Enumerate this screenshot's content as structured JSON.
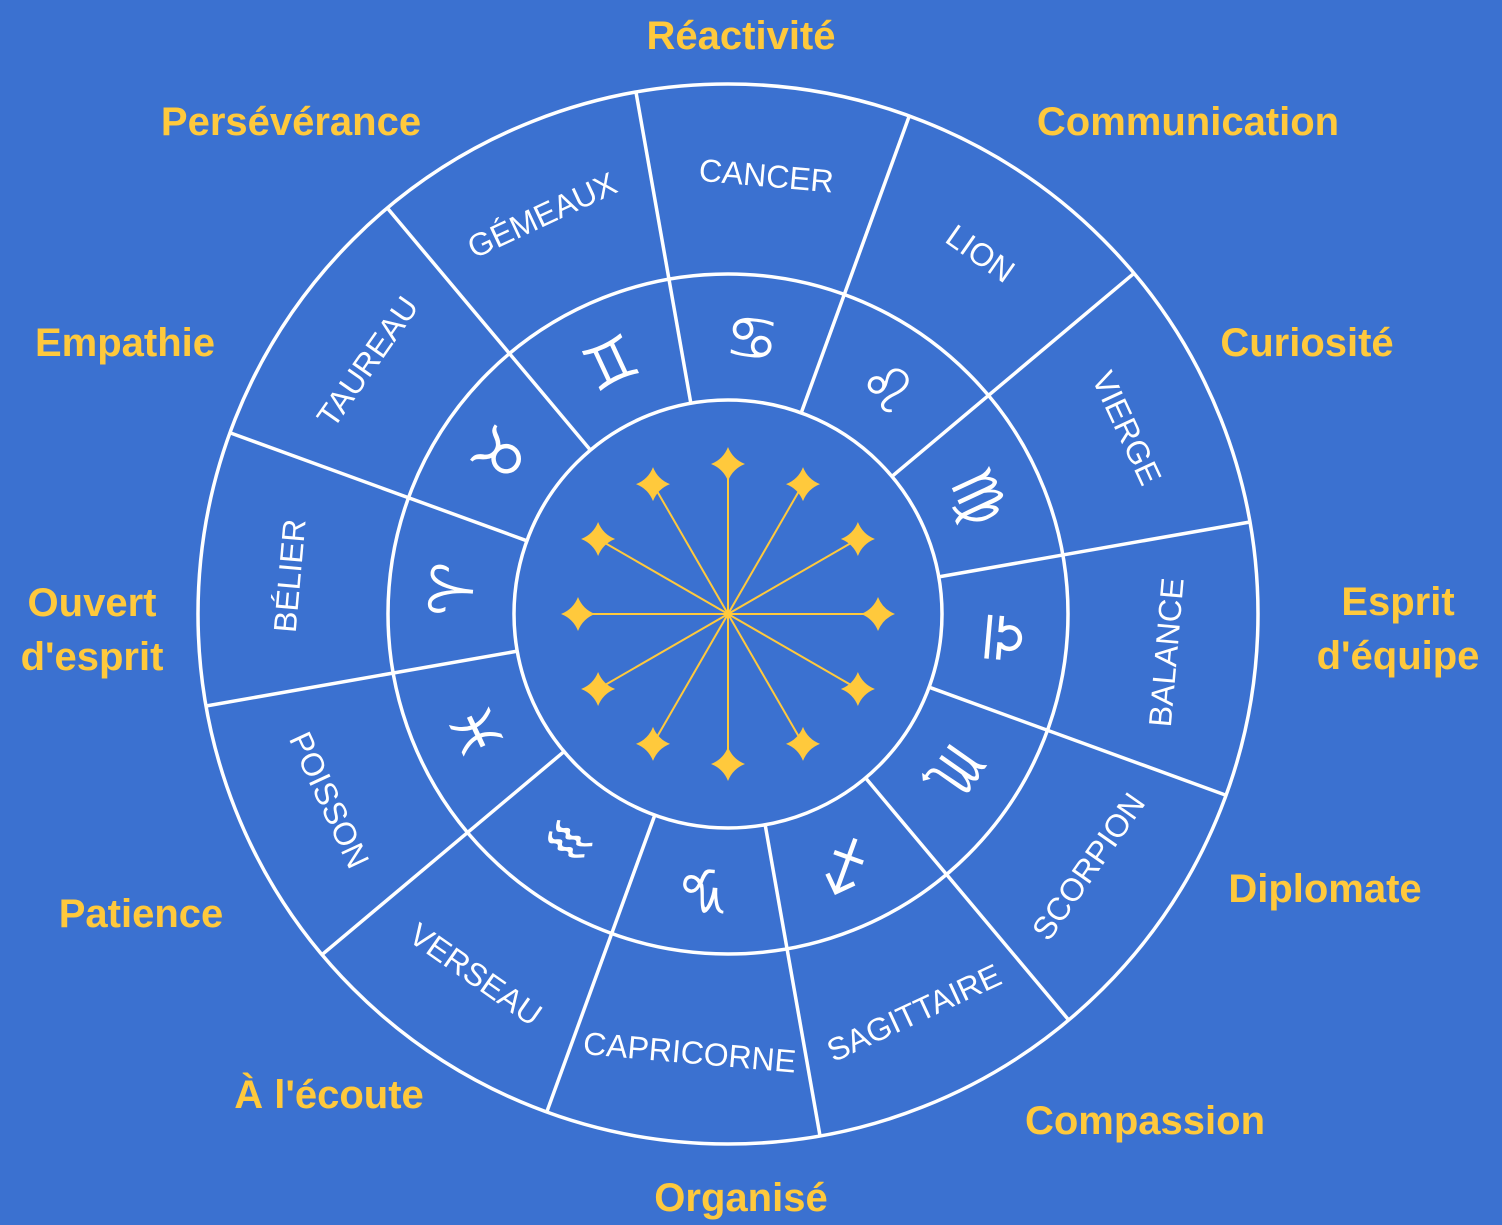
{
  "colors": {
    "background": "#3b71d0",
    "lines": "#ffffff",
    "traits": "#ffc93c",
    "stars": "#ffc93c"
  },
  "signs": [
    {
      "name": "BÉLIER",
      "glyph": "♈",
      "trait": "Réactivité"
    },
    {
      "name": "TAUREAU",
      "glyph": "♉",
      "trait": "Communication"
    },
    {
      "name": "GÉMEAUX",
      "glyph": "♊",
      "trait": "Curiosité"
    },
    {
      "name": "CANCER",
      "glyph": "♋",
      "trait": "Esprit\nd'équipe"
    },
    {
      "name": "LION",
      "glyph": "♌",
      "trait": "Diplomate"
    },
    {
      "name": "VIERGE",
      "glyph": "♍",
      "trait": "Compassion"
    },
    {
      "name": "BALANCE",
      "glyph": "♎",
      "trait": "Organisé"
    },
    {
      "name": "SCORPION",
      "glyph": "♏",
      "trait": "À l'écoute"
    },
    {
      "name": "SAGITTAIRE",
      "glyph": "♐",
      "trait": "Patience"
    },
    {
      "name": "CAPRICORNE",
      "glyph": "♑",
      "trait": "Ouvert\nd'esprit"
    },
    {
      "name": "VERSEAU",
      "glyph": "♒",
      "trait": "Empathie"
    },
    {
      "name": "POISSON",
      "glyph": "♓",
      "trait": "Persévérance"
    }
  ]
}
